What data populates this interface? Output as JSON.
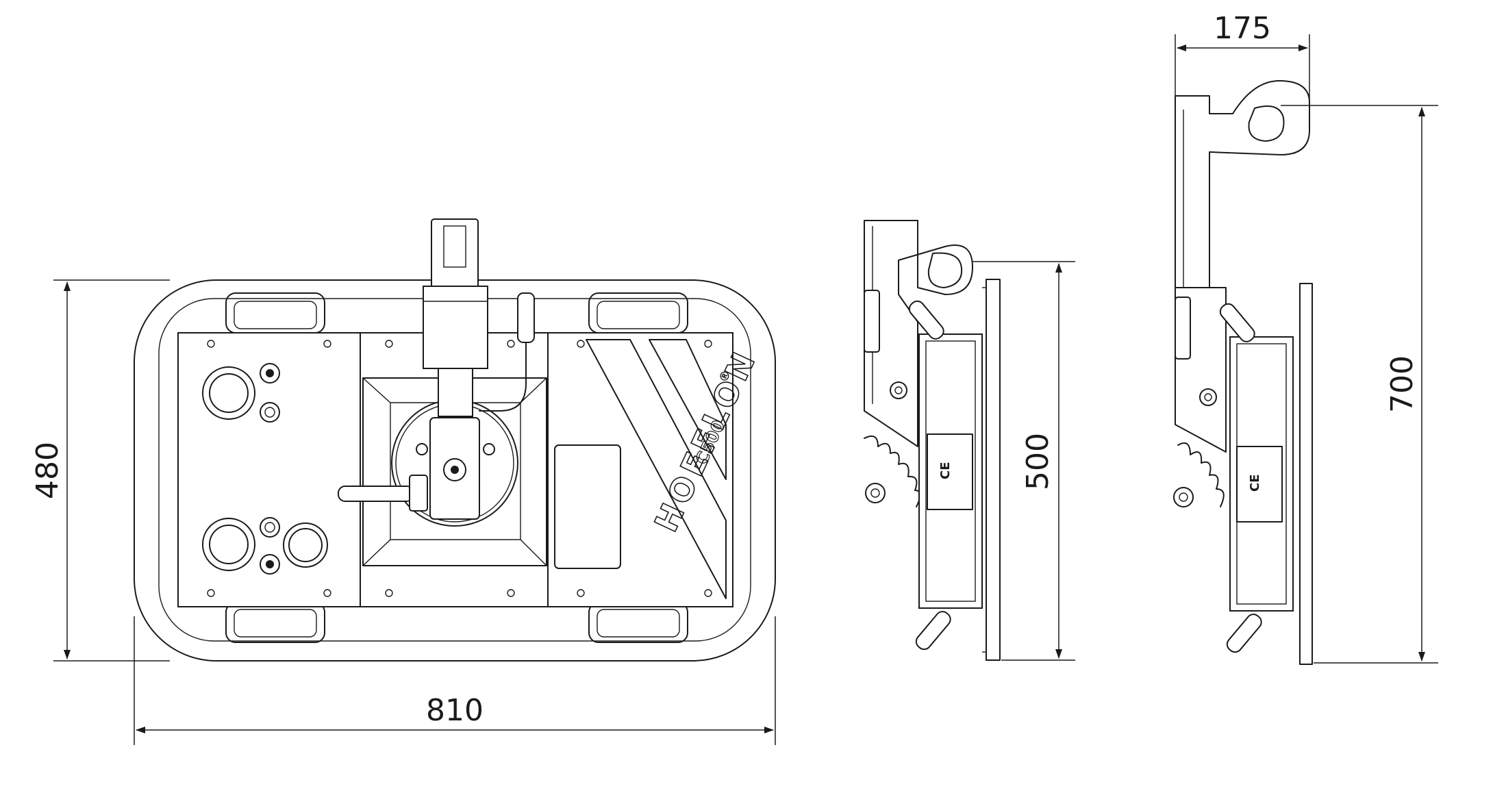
{
  "drawing": {
    "dimensions": {
      "front_width": "810",
      "front_height": "480",
      "side_height": "500",
      "upright_height": "700",
      "upright_width": "175"
    },
    "branding": {
      "brand": "HOEFLON",
      "registered": "®",
      "model": "C500"
    },
    "plate_mark": "CE"
  }
}
